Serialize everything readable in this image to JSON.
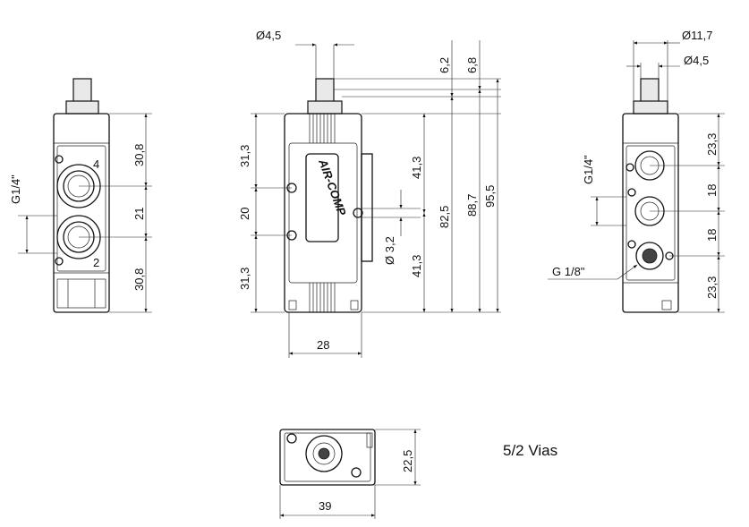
{
  "caption": "5/2 Vias",
  "brand": "AIR-COMP",
  "views": {
    "left": {
      "thread": "G1/4\"",
      "dims": [
        "30,8",
        "21",
        "30,8"
      ],
      "port_labels": [
        "4",
        "2"
      ]
    },
    "front": {
      "stem_dia": "Ø4,5",
      "dims_left": [
        "31,3",
        "20",
        "31,3"
      ],
      "hole_dia": "Ø 3,2",
      "dims_right": [
        "41,3",
        "41,3"
      ],
      "dims_total": [
        "82,5",
        "88,7",
        "95,5"
      ],
      "dims_top": [
        "6,2",
        "6,8"
      ],
      "width": "28"
    },
    "right": {
      "dia_outer": "Ø11,7",
      "dia_stem": "Ø4,5",
      "thread": "G1/4\"",
      "pilot_thread": "G 1/8\"",
      "dims": [
        "23,3",
        "18",
        "18",
        "23,3"
      ]
    },
    "bottom": {
      "height": "22,5",
      "width": "39"
    }
  }
}
